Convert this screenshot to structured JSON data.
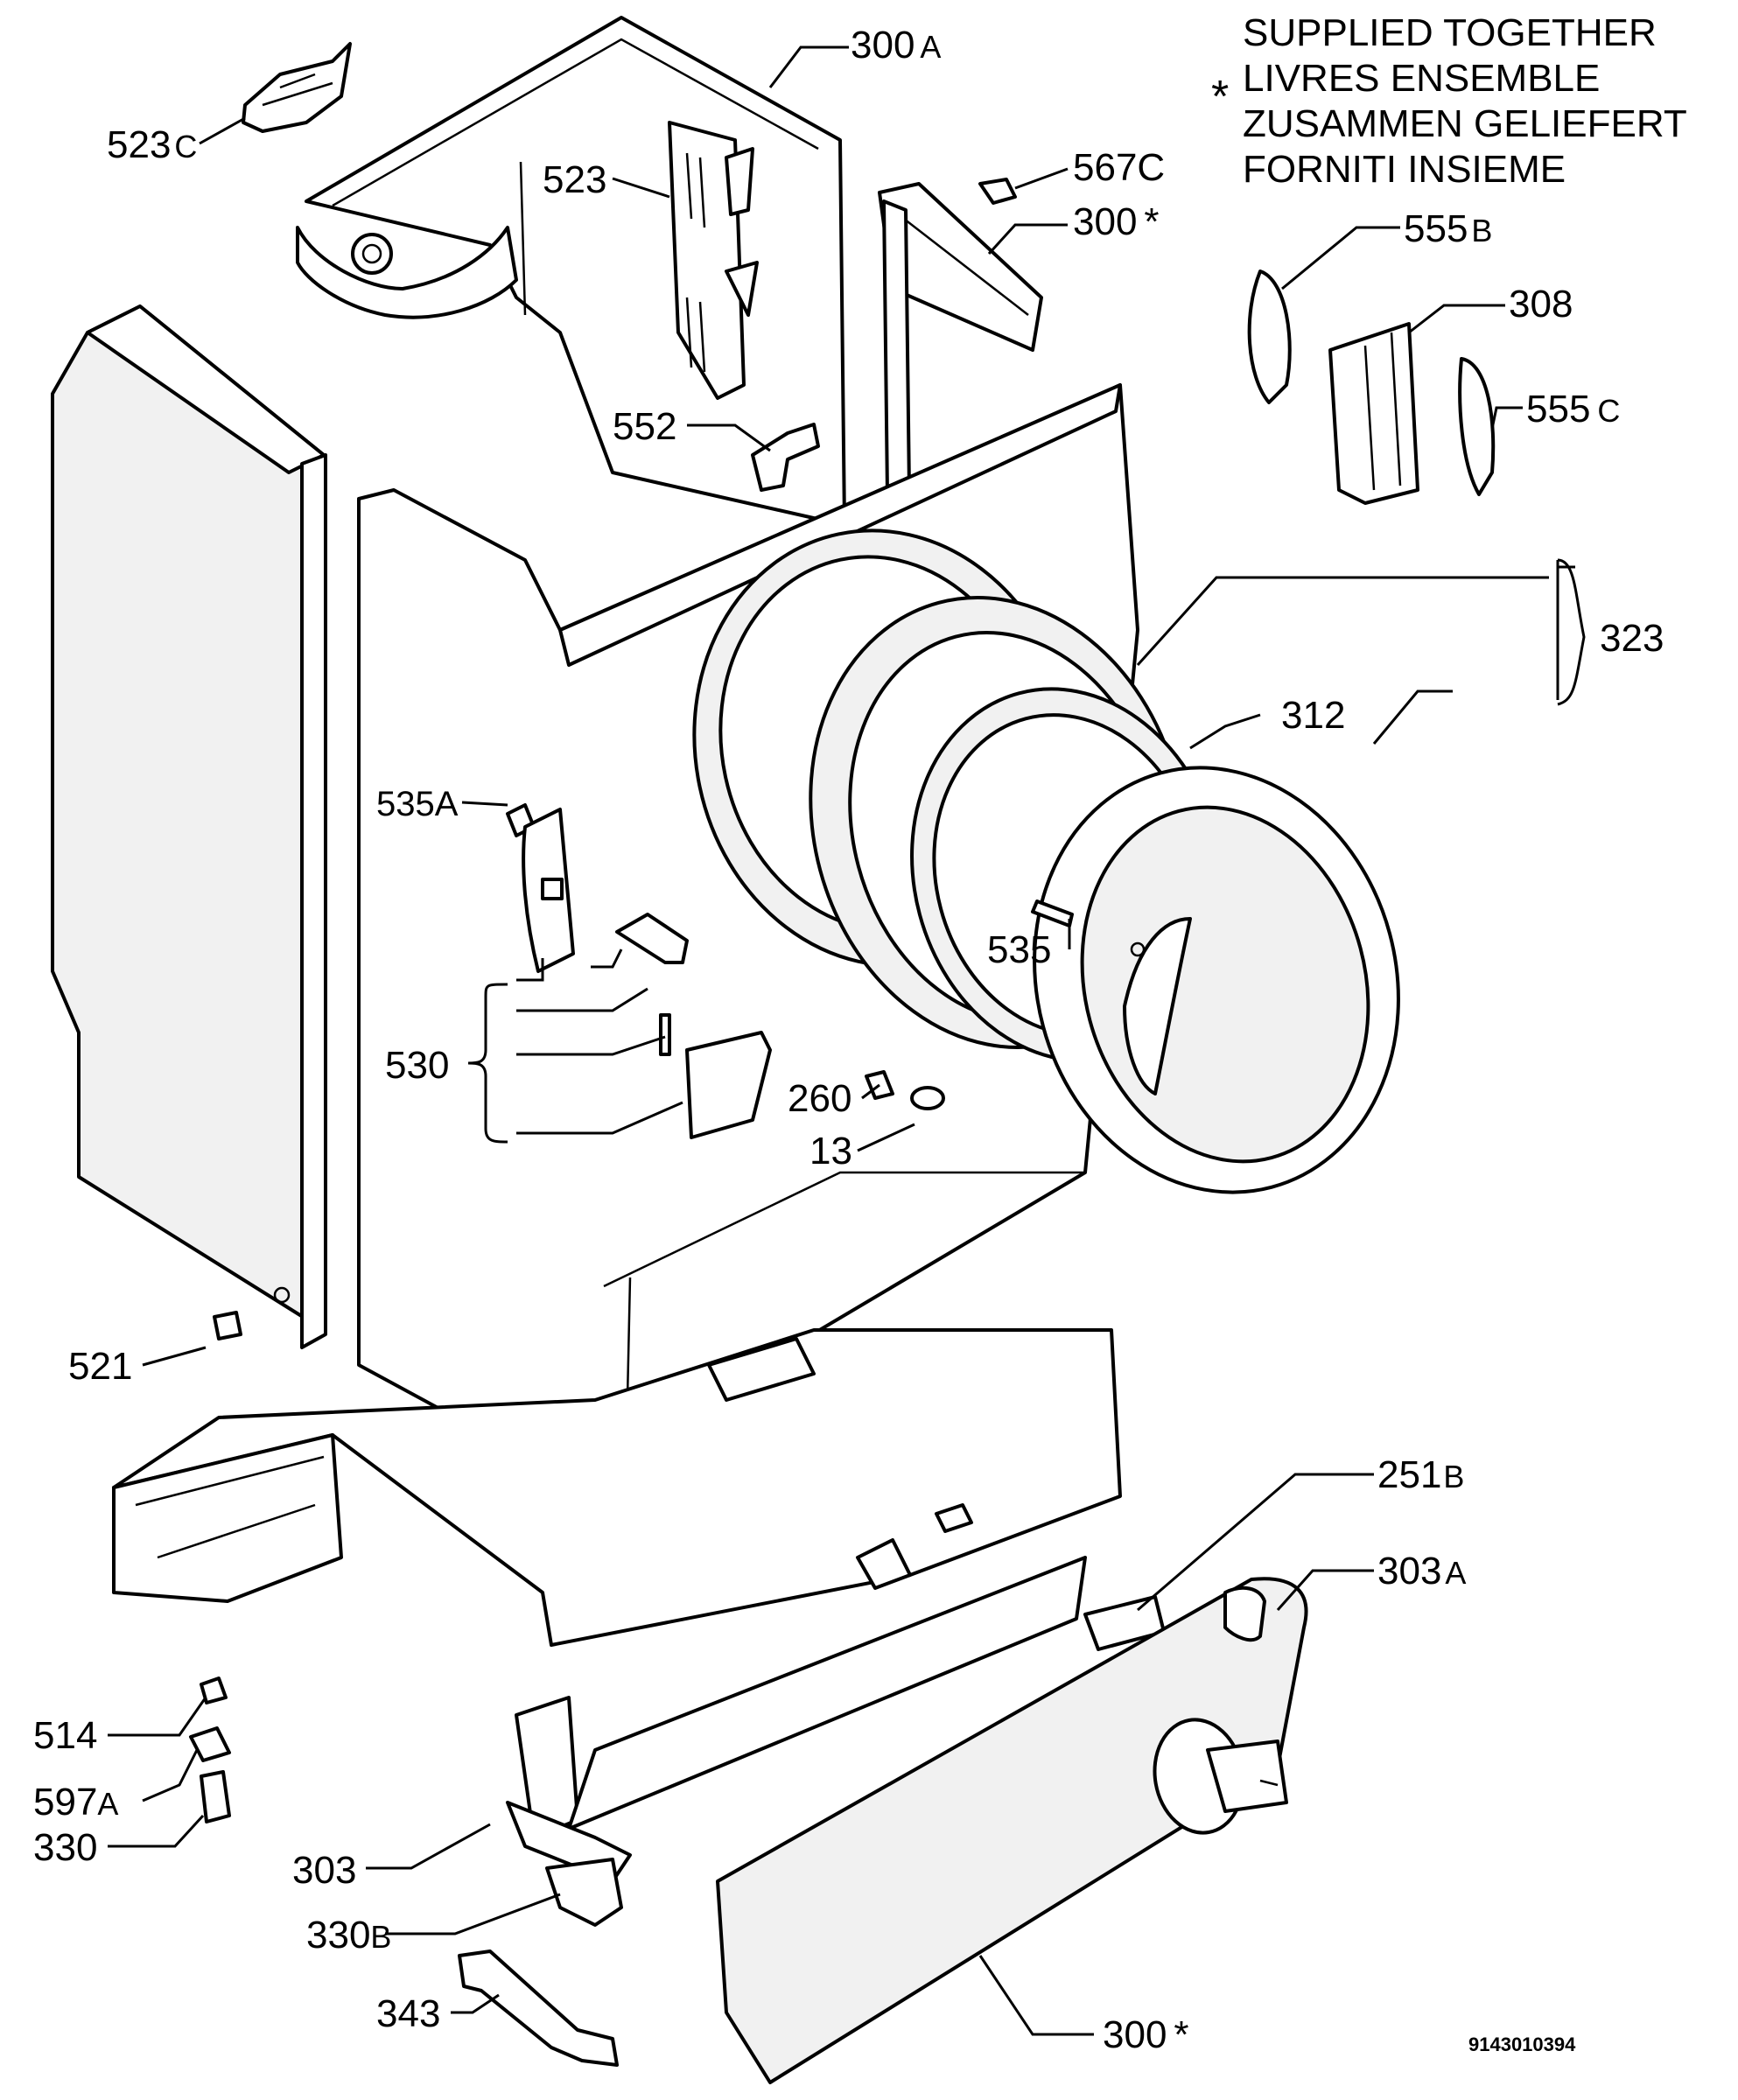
{
  "note": {
    "symbol": "*",
    "lines": [
      "SUPPLIED TOGETHER",
      "LIVRES ENSEMBLE",
      "ZUSAMMEN GELIEFERT",
      "FORNITI INSIEME"
    ]
  },
  "document_number": "9143010394",
  "callouts": [
    {
      "id": "523c",
      "num": "523",
      "suffix": "C"
    },
    {
      "id": "300a",
      "num": "300",
      "suffix": "A"
    },
    {
      "id": "523",
      "num": "523",
      "suffix": ""
    },
    {
      "id": "567c",
      "num": "567",
      "suffix": "C"
    },
    {
      "id": "300star-top",
      "num": "300",
      "suffix": "*"
    },
    {
      "id": "555b",
      "num": "555",
      "suffix": "B"
    },
    {
      "id": "308",
      "num": "308",
      "suffix": ""
    },
    {
      "id": "555c",
      "num": "555",
      "suffix": "C"
    },
    {
      "id": "552",
      "num": "552",
      "suffix": ""
    },
    {
      "id": "323",
      "num": "323",
      "suffix": ""
    },
    {
      "id": "312",
      "num": "312",
      "suffix": ""
    },
    {
      "id": "535a",
      "num": "535",
      "suffix": "A"
    },
    {
      "id": "535",
      "num": "535",
      "suffix": ""
    },
    {
      "id": "530",
      "num": "530",
      "suffix": ""
    },
    {
      "id": "260",
      "num": "260",
      "suffix": ""
    },
    {
      "id": "13",
      "num": "13",
      "suffix": ""
    },
    {
      "id": "521",
      "num": "521",
      "suffix": ""
    },
    {
      "id": "251b",
      "num": "251",
      "suffix": "B"
    },
    {
      "id": "303a",
      "num": "303",
      "suffix": "A"
    },
    {
      "id": "514",
      "num": "514",
      "suffix": ""
    },
    {
      "id": "597a",
      "num": "597",
      "suffix": "A"
    },
    {
      "id": "330",
      "num": "330",
      "suffix": ""
    },
    {
      "id": "303",
      "num": "303",
      "suffix": ""
    },
    {
      "id": "330b",
      "num": "330",
      "suffix": "B"
    },
    {
      "id": "343",
      "num": "343",
      "suffix": ""
    },
    {
      "id": "300star-bottom",
      "num": "300",
      "suffix": "*"
    }
  ]
}
